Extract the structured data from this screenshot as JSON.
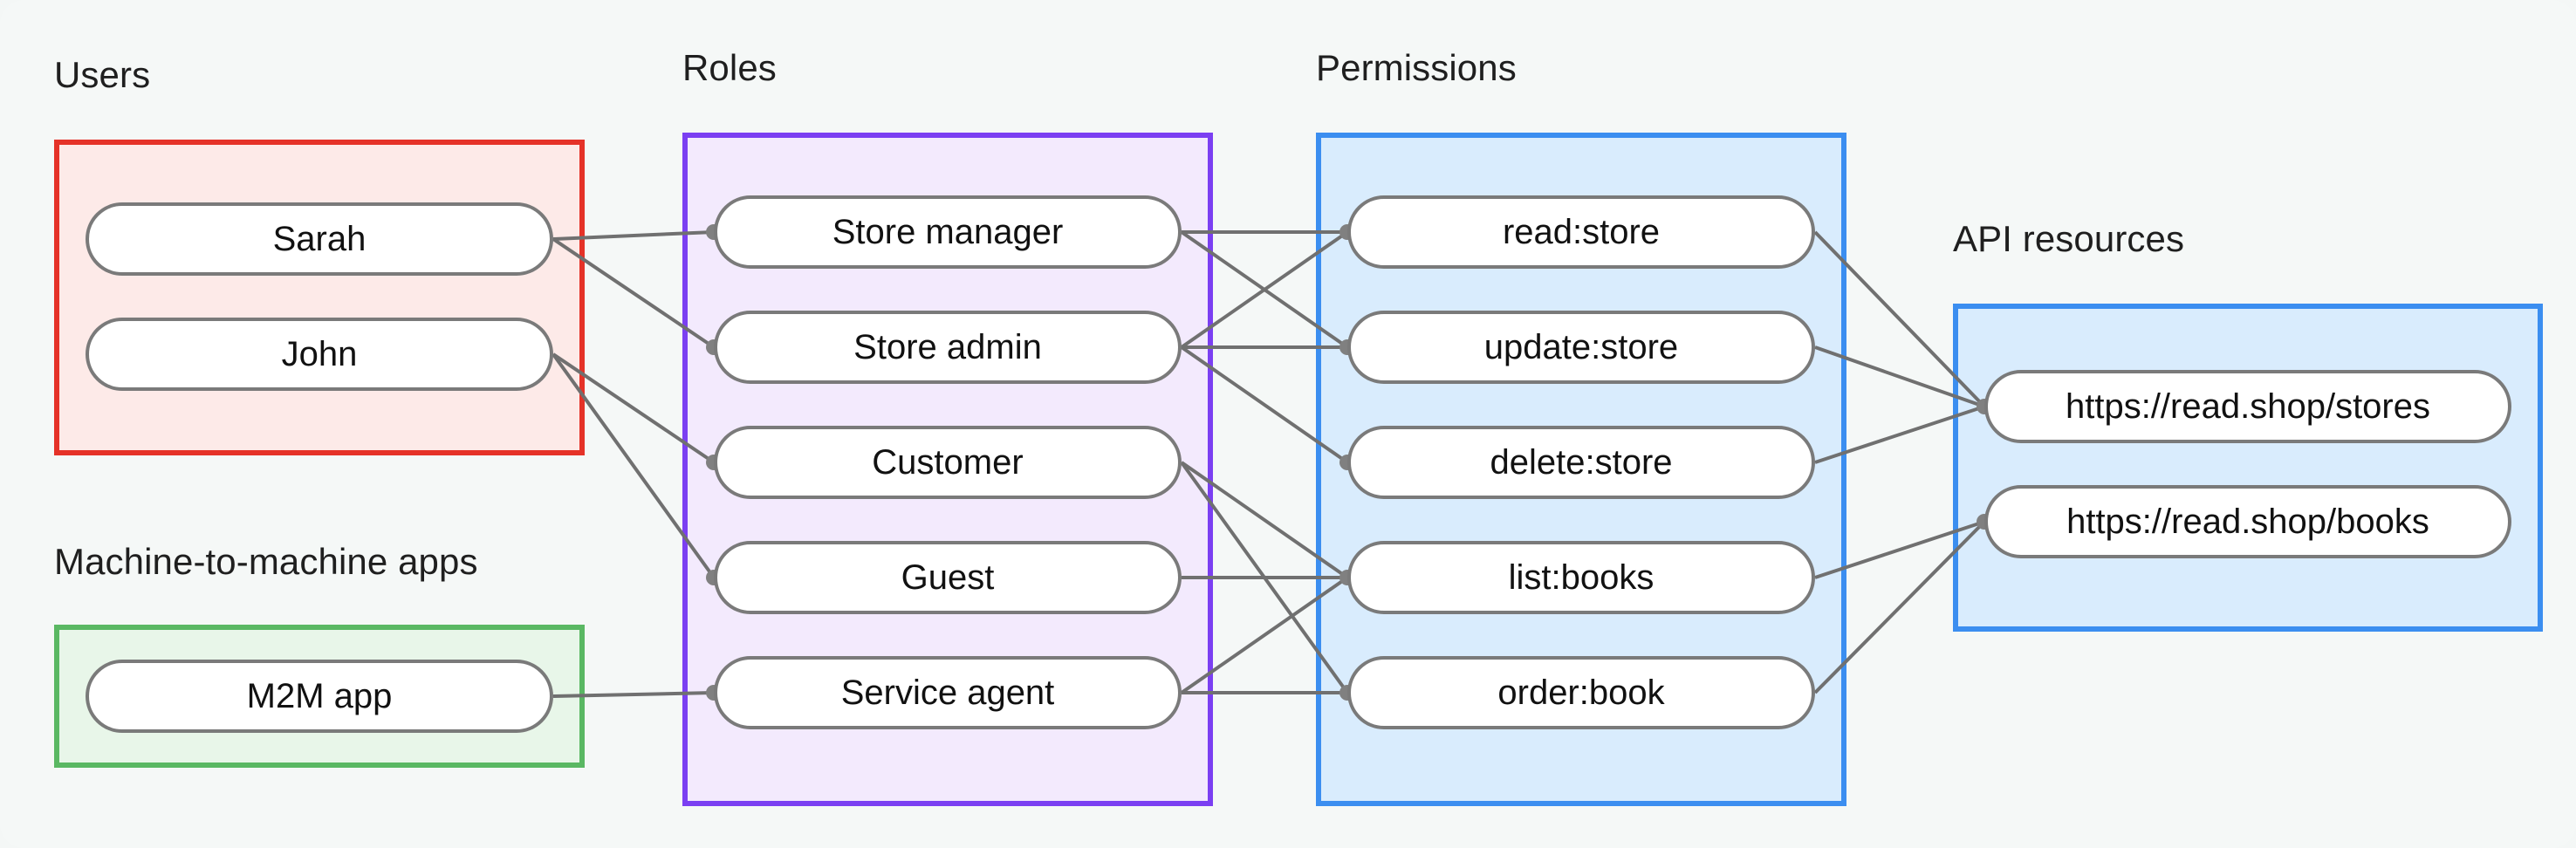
{
  "groups": [
    {
      "key": "users",
      "label": "Users",
      "accent": "#e53228",
      "fill": "#fdeae8"
    },
    {
      "key": "m2m",
      "label": "Machine-to-machine apps",
      "accent": "#5ab863",
      "fill": "#e8f6e9"
    },
    {
      "key": "roles",
      "label": "Roles",
      "accent": "#7b3ff2",
      "fill": "#f3eafd"
    },
    {
      "key": "perms",
      "label": "Permissions",
      "accent": "#3b8ef0",
      "fill": "#d9ecfd"
    },
    {
      "key": "api",
      "label": "API resources",
      "accent": "#3b8ef0",
      "fill": "#d9ecfd"
    }
  ],
  "users": {
    "label": "Users",
    "items": [
      "Sarah",
      "John"
    ]
  },
  "m2m": {
    "label": "Machine-to-machine apps",
    "items": [
      "M2M app"
    ]
  },
  "roles": {
    "label": "Roles",
    "items": [
      "Store manager",
      "Store admin",
      "Customer",
      "Guest",
      "Service agent"
    ]
  },
  "perms": {
    "label": "Permissions",
    "items": [
      "read:store",
      "update:store",
      "delete:store",
      "list:books",
      "order:book"
    ]
  },
  "api": {
    "label": "API resources",
    "items": [
      "https://read.shop/stores",
      "https://read.shop/books"
    ]
  },
  "edges": [
    {
      "from": "Sarah",
      "to": "Store manager"
    },
    {
      "from": "Sarah",
      "to": "Store admin"
    },
    {
      "from": "John",
      "to": "Customer"
    },
    {
      "from": "John",
      "to": "Guest"
    },
    {
      "from": "M2M app",
      "to": "Service agent"
    },
    {
      "from": "Store manager",
      "to": "read:store"
    },
    {
      "from": "Store manager",
      "to": "update:store"
    },
    {
      "from": "Store admin",
      "to": "read:store"
    },
    {
      "from": "Store admin",
      "to": "update:store"
    },
    {
      "from": "Store admin",
      "to": "delete:store"
    },
    {
      "from": "Customer",
      "to": "list:books"
    },
    {
      "from": "Customer",
      "to": "order:book"
    },
    {
      "from": "Guest",
      "to": "list:books"
    },
    {
      "from": "Service agent",
      "to": "list:books"
    },
    {
      "from": "Service agent",
      "to": "order:book"
    },
    {
      "from": "read:store",
      "to": "https://read.shop/stores"
    },
    {
      "from": "update:store",
      "to": "https://read.shop/stores"
    },
    {
      "from": "delete:store",
      "to": "https://read.shop/stores"
    },
    {
      "from": "list:books",
      "to": "https://read.shop/books"
    },
    {
      "from": "order:book",
      "to": "https://read.shop/books"
    }
  ],
  "colors": {
    "background": "#f5f8f7",
    "node_border": "#7a7a7a",
    "node_fill": "#ffffff",
    "edge": "#707070",
    "text": "#111111"
  }
}
